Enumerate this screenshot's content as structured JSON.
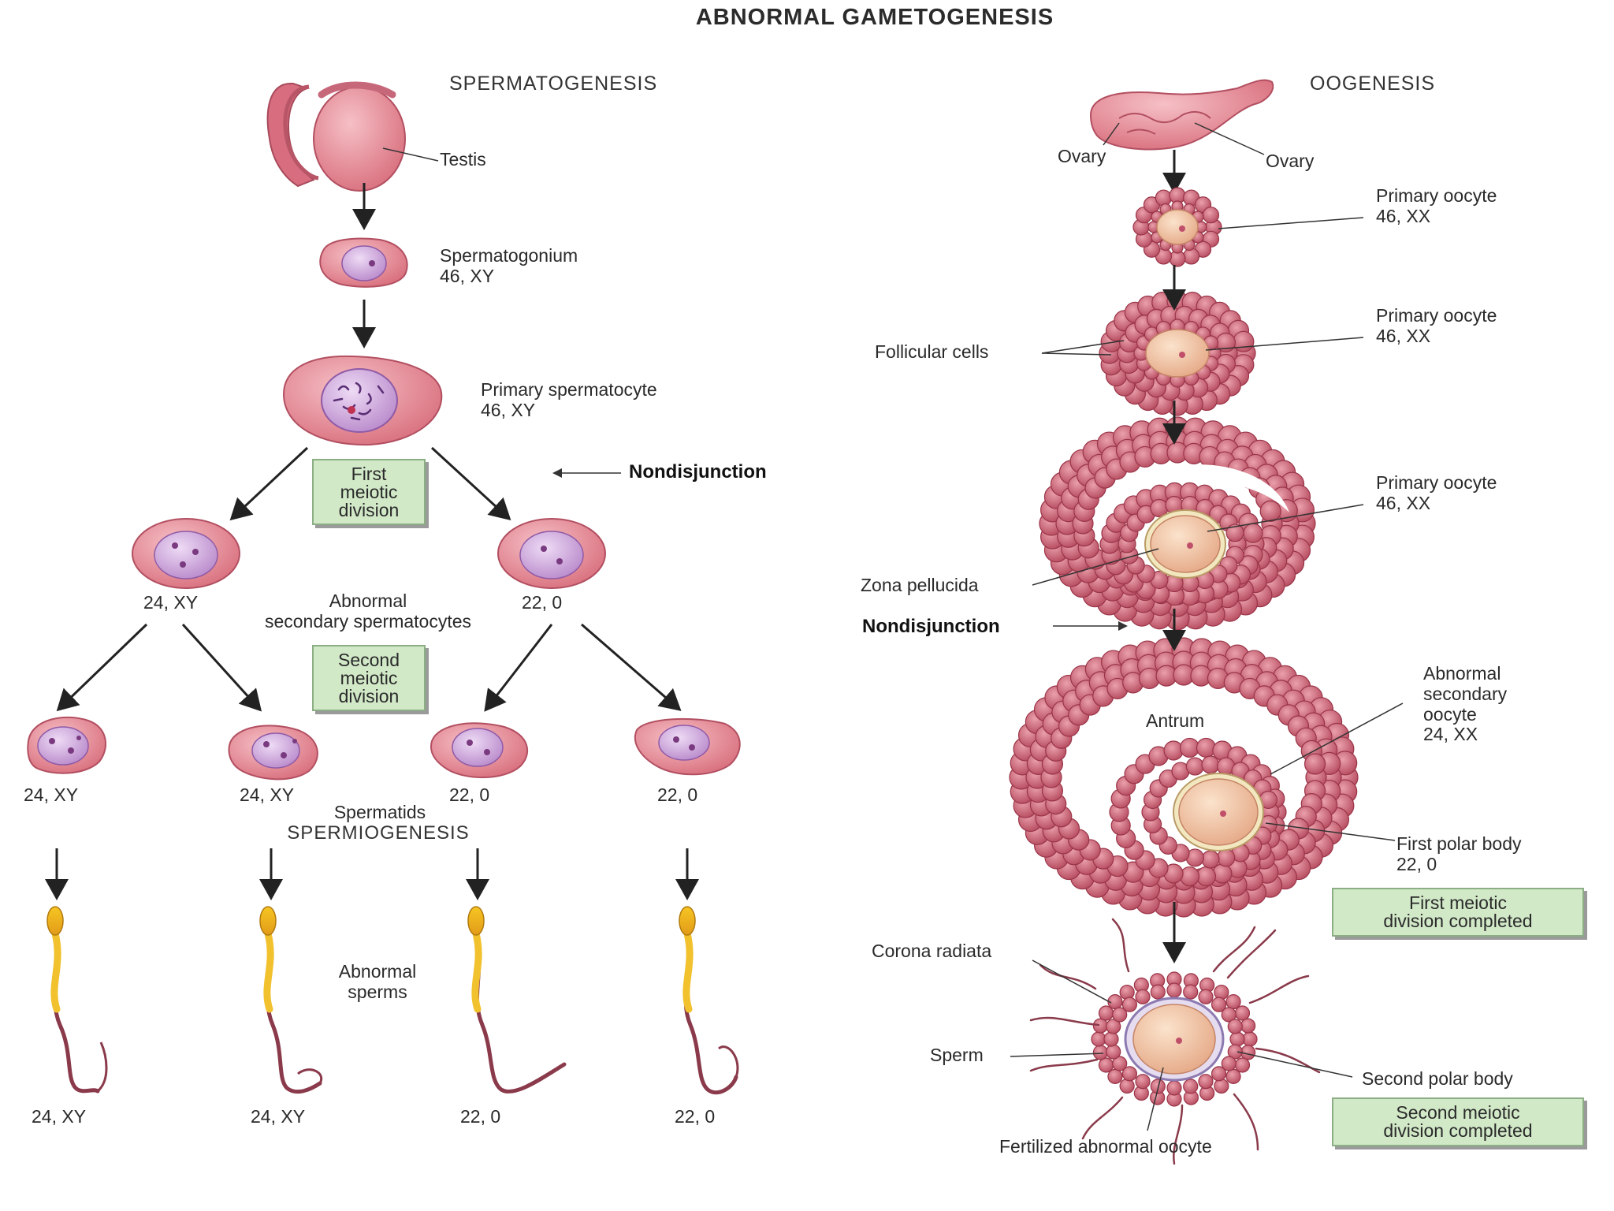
{
  "title": "ABNORMAL GAMETOGENESIS",
  "colors": {
    "cell_pink": "#e8909a",
    "nucleus_purple": "#c8a0d8",
    "follicle_red": "#c65b6c",
    "oocyte_tan": "#f0c9a4",
    "box_green": "#d2e9c8",
    "sperm_yellow": "#f2c12e",
    "tail_maroon": "#8a3a4a"
  },
  "spermatogenesis": {
    "heading": "SPERMATOGENESIS",
    "testis": "Testis",
    "spermatogonium": {
      "name": "Spermatogonium",
      "karyotype": "46, XY"
    },
    "primary_spermatocyte": {
      "name": "Primary spermatocyte",
      "karyotype": "46, XY"
    },
    "first_division_box": "First\nmeiotic\ndivision",
    "nondisjunction": "Nondisjunction",
    "secondary": {
      "left_karyotype": "24, XY",
      "right_karyotype": "22, 0",
      "label_line1": "Abnormal",
      "label_line2": "secondary spermatocytes"
    },
    "second_division_box": "Second\nmeiotic\ndivision",
    "spermatid_karyotypes": [
      "24, XY",
      "24, XY",
      "22, 0",
      "22, 0"
    ],
    "spermatids_label": "Spermatids",
    "spermiogenesis_label": "SPERMIOGENESIS",
    "abnormal_sperms_label": "Abnormal\nsperms",
    "sperm_karyotypes": [
      "24, XY",
      "24, XY",
      "22, 0",
      "22, 0"
    ]
  },
  "oogenesis": {
    "heading": "OOGENESIS",
    "ovary_left": "Ovary",
    "ovary_right": "Ovary",
    "primary_oocyte_1": {
      "name": "Primary oocyte",
      "karyotype": "46, XX"
    },
    "primary_oocyte_2": {
      "name": "Primary oocyte",
      "karyotype": "46, XX"
    },
    "follicular_cells": "Follicular cells",
    "primary_oocyte_3": {
      "name": "Primary oocyte",
      "karyotype": "46, XX"
    },
    "zona_pellucida": "Zona pellucida",
    "nondisjunction": "Nondisjunction",
    "antrum": "Antrum",
    "abnormal_secondary_oocyte": "Abnormal\nsecondary\noocyte\n24, XX",
    "first_polar_body": "First polar body\n22, 0",
    "first_division_box": "First meiotic\ndivision completed",
    "corona_radiata": "Corona radiata",
    "sperm": "Sperm",
    "second_polar_body": "Second polar body",
    "fertilized": "Fertilized abnormal oocyte",
    "second_division_box": "Second meiotic\ndivision completed"
  }
}
